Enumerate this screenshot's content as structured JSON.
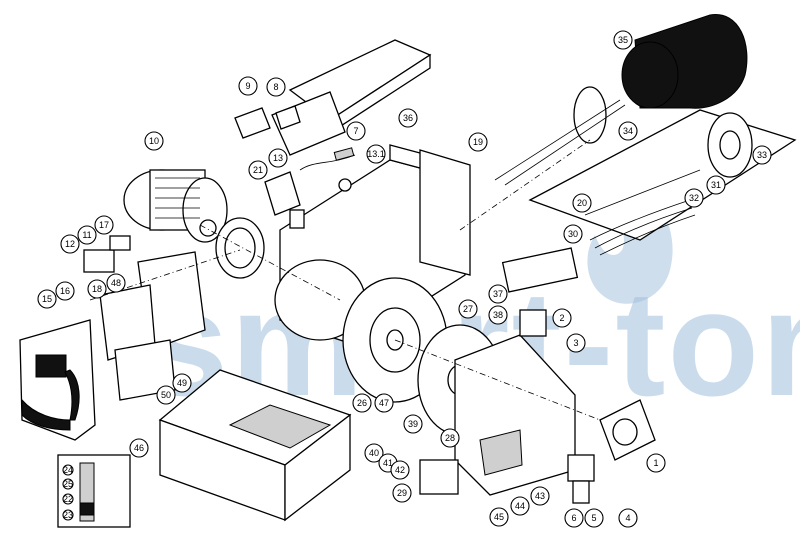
{
  "watermark": {
    "text": "smart-tom",
    "color": "#9fbddc"
  },
  "callouts": [
    {
      "label": "1"
    },
    {
      "label": "2"
    },
    {
      "label": "3"
    },
    {
      "label": "4"
    },
    {
      "label": "5"
    },
    {
      "label": "6"
    },
    {
      "label": "7"
    },
    {
      "label": "8"
    },
    {
      "label": "9"
    },
    {
      "label": "10"
    },
    {
      "label": "11"
    },
    {
      "label": "12"
    },
    {
      "label": "13"
    },
    {
      "label": "13.1"
    },
    {
      "label": "15"
    },
    {
      "label": "16"
    },
    {
      "label": "17"
    },
    {
      "label": "18"
    },
    {
      "label": "19"
    },
    {
      "label": "20"
    },
    {
      "label": "21"
    },
    {
      "label": "26"
    },
    {
      "label": "27"
    },
    {
      "label": "28"
    },
    {
      "label": "29"
    },
    {
      "label": "30"
    },
    {
      "label": "31"
    },
    {
      "label": "32"
    },
    {
      "label": "33"
    },
    {
      "label": "34"
    },
    {
      "label": "35"
    },
    {
      "label": "36"
    },
    {
      "label": "37"
    },
    {
      "label": "38"
    },
    {
      "label": "39"
    },
    {
      "label": "40"
    },
    {
      "label": "41"
    },
    {
      "label": "42"
    },
    {
      "label": "43"
    },
    {
      "label": "44"
    },
    {
      "label": "45"
    },
    {
      "label": "46"
    },
    {
      "label": "47"
    },
    {
      "label": "48"
    },
    {
      "label": "49"
    },
    {
      "label": "50"
    }
  ],
  "inset_labels": [
    {
      "label": "24"
    },
    {
      "label": "25"
    },
    {
      "label": "22"
    },
    {
      "label": "23"
    }
  ]
}
